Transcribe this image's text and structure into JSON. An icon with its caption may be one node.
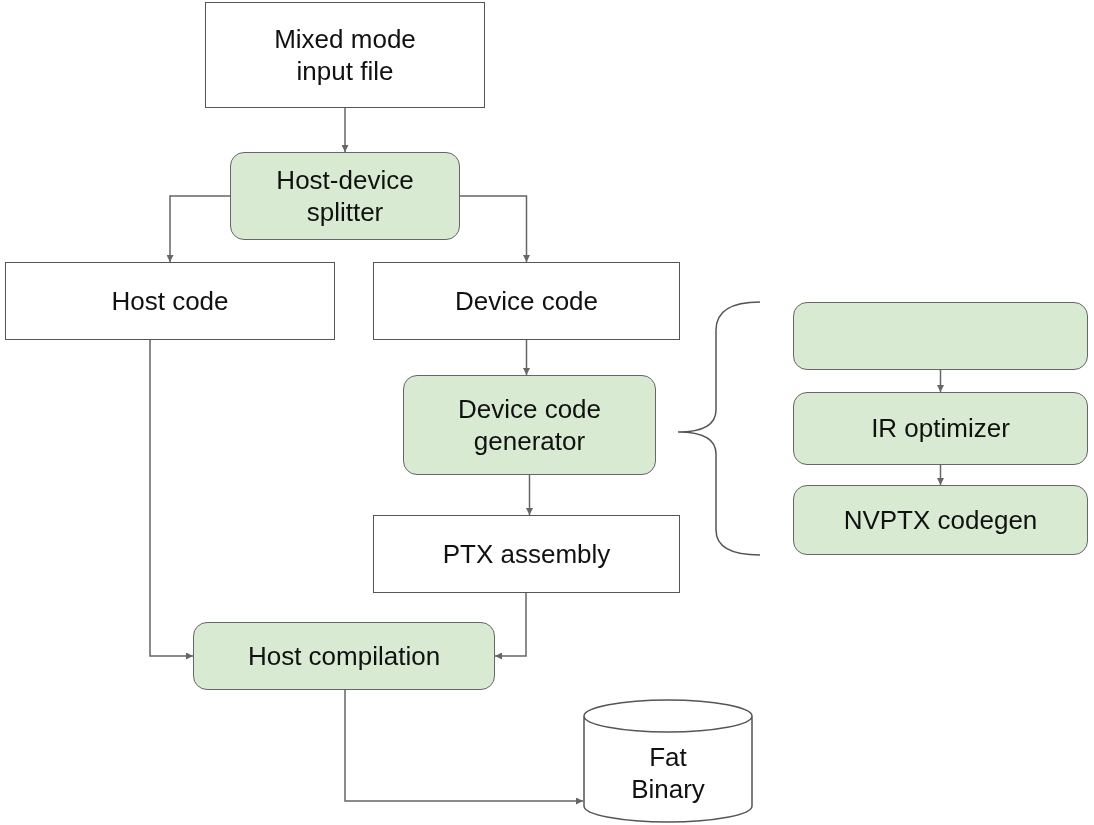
{
  "diagram": {
    "nodes": [
      {
        "text": [
          "Mixed mode input file"
        ]
      },
      {
        "text": [
          "Host-device splitter"
        ]
      },
      {
        "text": [
          "Host code"
        ]
      },
      {
        "text": [
          "Device code"
        ]
      },
      {
        "text": [
          "Device code generator"
        ]
      },
      {
        "text": [
          "PTX assembly"
        ]
      },
      {
        "text": [
          "Host compilation"
        ]
      },
      {
        "text": [
          "Fat Binary"
        ]
      },
      {
        "text": [],
        "shape": "box"
      },
      {
        "text": [
          "IR optimizer"
        ]
      },
      {
        "text": [
          "NVPTX codegen"
        ]
      }
    ],
    "edges": [
      {
        "from": 0,
        "to": 1,
        "arrow": "to"
      },
      {
        "from": 1,
        "to": 2,
        "arrow": "to"
      },
      {
        "from": 1,
        "to": 3,
        "arrow": "to"
      },
      {
        "from": 3,
        "to": 4,
        "arrow": "to"
      },
      {
        "from": 4,
        "to": 5,
        "arrow": "to"
      },
      {
        "from": 2,
        "to": 6,
        "arrow": "to"
      },
      {
        "from": 5,
        "to": 6,
        "arrow": "to"
      },
      {
        "from": 6,
        "to": 7,
        "arrow": "to"
      },
      {
        "from": 8,
        "to": 9,
        "arrow": "to"
      },
      {
        "from": 9,
        "to": 10,
        "arrow": "to"
      }
    ]
  }
}
